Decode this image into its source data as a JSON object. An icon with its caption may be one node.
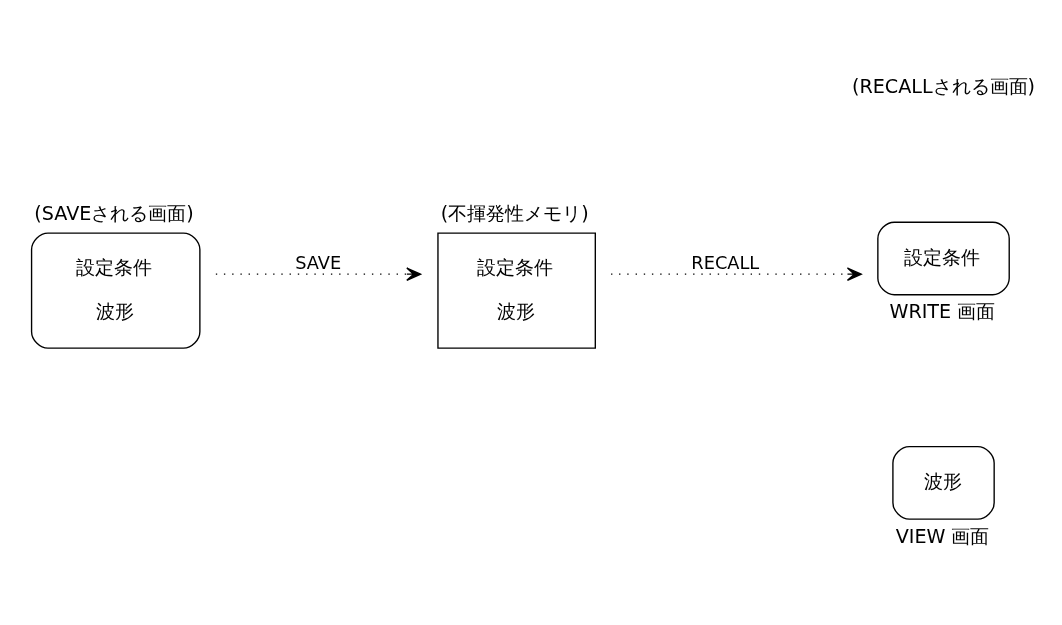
{
  "diagram": {
    "nodes": [
      {
        "text": [
          "設定条件",
          "波形"
        ],
        "beside": [
          "(不揮発性メモリ)"
        ]
      },
      {
        "text": [
          "設定条件",
          "波形"
        ],
        "beside": [
          "(SAVEされる画面)"
        ]
      },
      {
        "text": [
          "設定条件"
        ],
        "beside": [
          "WRITE 画面"
        ]
      },
      {
        "text": [
          "波形"
        ],
        "beside": [
          "VIEW 画面"
        ]
      }
    ],
    "edges": [
      {
        "from": 1,
        "to": 0,
        "arrow": "to",
        "label": "SAVE",
        "style": "dashed"
      },
      {
        "from": 0,
        "to": 2,
        "arrow": "to",
        "label": "RECALL",
        "style": "dashed"
      }
    ],
    "labels": [
      "(RECALLされる画面)"
    ]
  }
}
